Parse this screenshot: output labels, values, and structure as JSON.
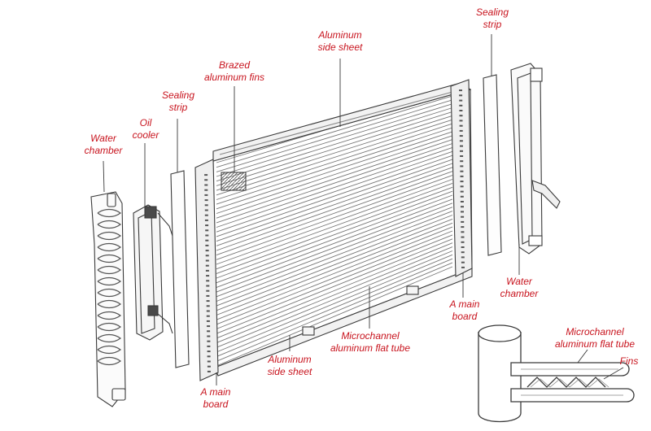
{
  "labels": {
    "water_chamber_left": [
      "Water",
      "chamber"
    ],
    "oil_cooler": [
      "Oil",
      "cooler"
    ],
    "sealing_strip_left": [
      "Sealing",
      "strip"
    ],
    "brazed_fins": [
      "Brazed",
      "aluminum fins"
    ],
    "side_sheet_top": [
      "Aluminum",
      "side sheet"
    ],
    "sealing_strip_right": [
      "Sealing",
      "strip"
    ],
    "water_chamber_right": [
      "Water",
      "chamber"
    ],
    "main_board_right": [
      "A main",
      "board"
    ],
    "microchannel_tube_center": [
      "Microchannel",
      "aluminum flat tube"
    ],
    "side_sheet_bottom": [
      "Aluminum",
      "side sheet"
    ],
    "main_board_left": [
      "A main",
      "board"
    ],
    "microchannel_tube_inset": [
      "Microchannel",
      "aluminum flat tube"
    ],
    "fins_inset": [
      "Fins"
    ]
  },
  "colors": {
    "label_text": "#c8141e",
    "line_art": "#3a3a3a",
    "background": "#ffffff"
  }
}
